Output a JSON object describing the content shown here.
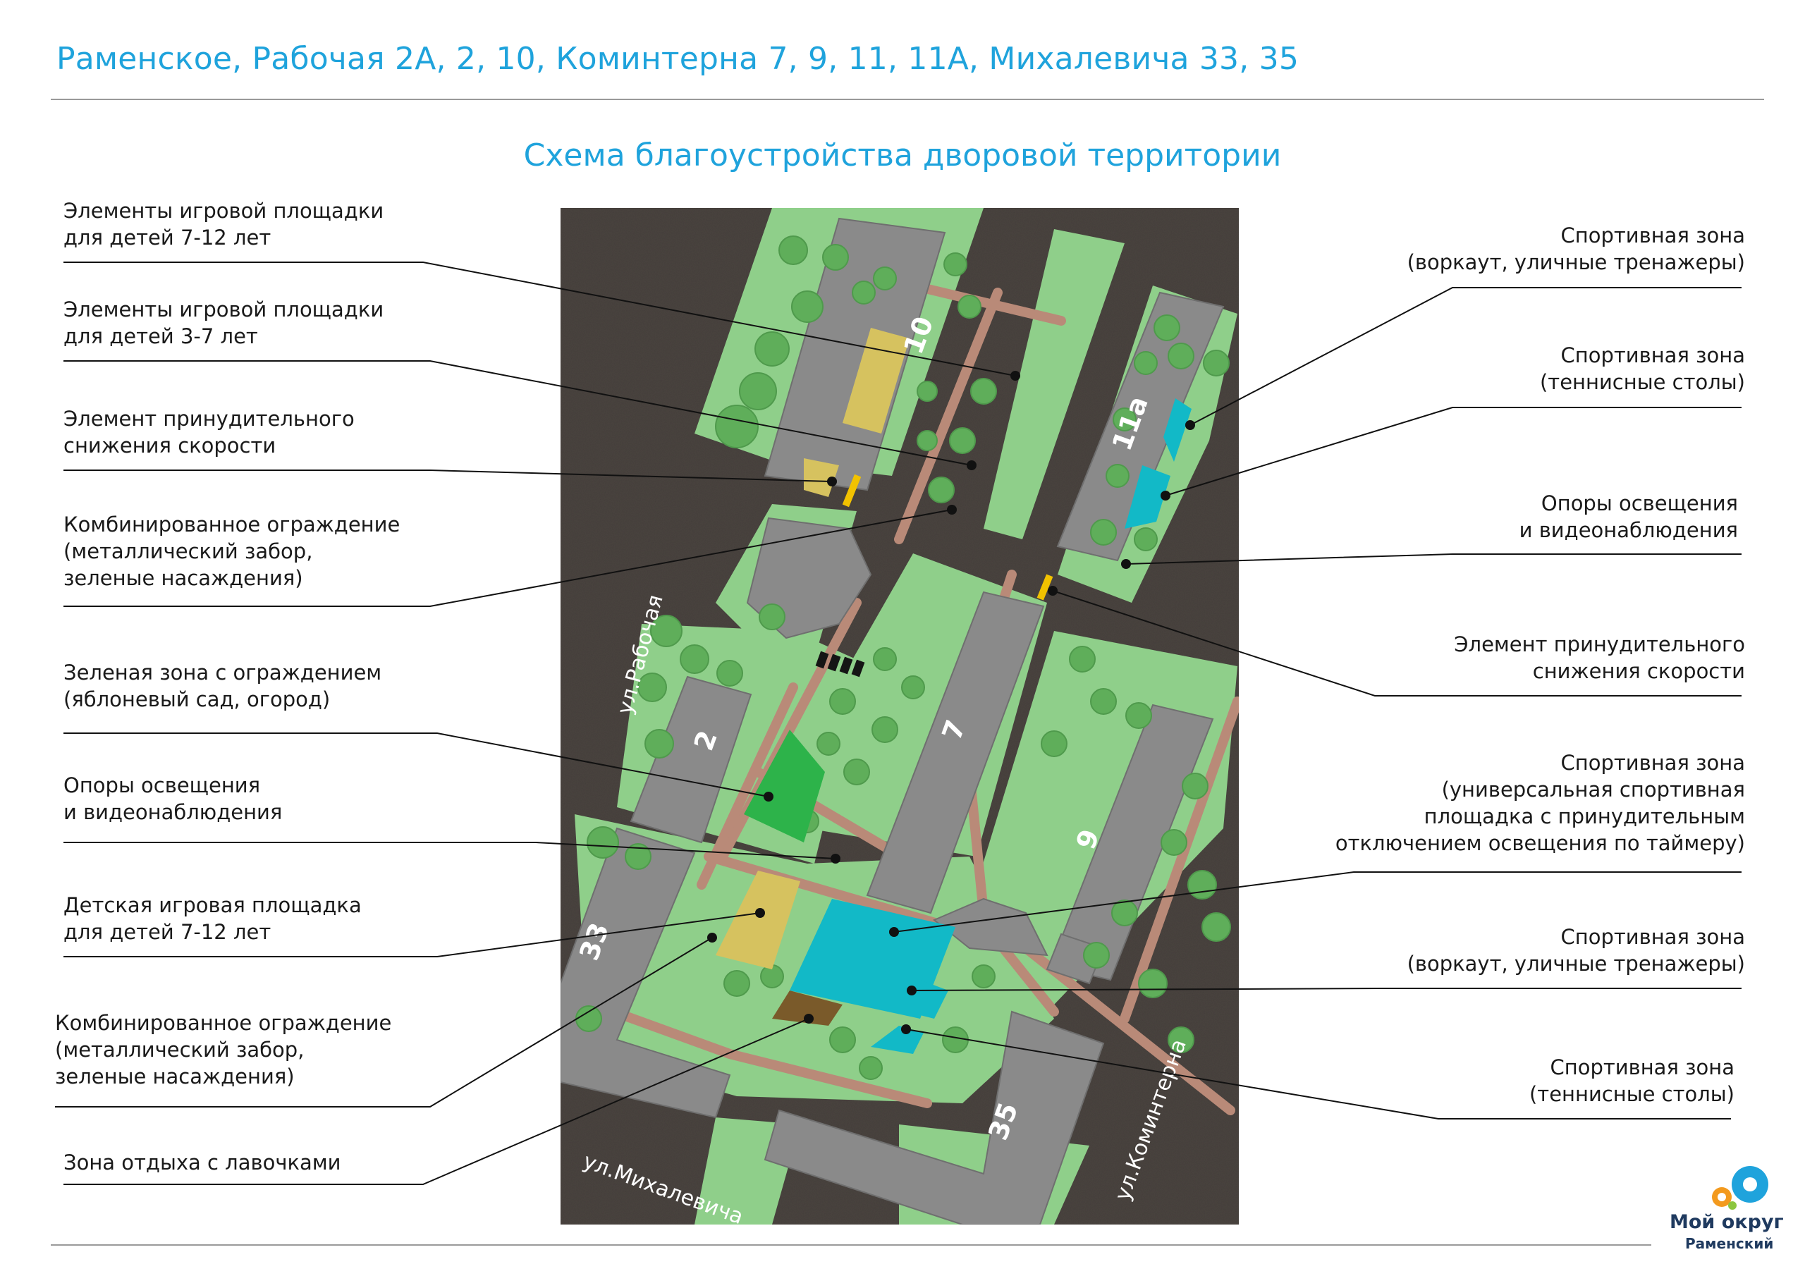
{
  "header": {
    "title": "Раменское, Рабочая 2А, 2, 10, Коминтерна 7, 9, 11, 11А, Михалевича 33, 35",
    "subtitle": "Схема благоустройства дворовой территории"
  },
  "labels_left": [
    "Элементы игровой площадки\nдля детей 7-12 лет",
    "Элементы игровой площадки\nдля детей 3-7 лет",
    "Элемент принудительного\nснижения скорости",
    "Комбинированное ограждение\n(металлический забор,\nзеленые насаждения)",
    "Зеленая зона с ограждением\n(яблоневый сад, огород)",
    "Опоры освещения\nи видеонаблюдения",
    "Детская игровая площадка\nдля детей 7-12 лет",
    "Комбинированное ограждение\n(металлический забор,\nзеленые насаждения)",
    "Зона отдыха с лавочками"
  ],
  "labels_right": [
    "Спортивная зона\n(воркаут, уличные тренажеры)",
    "Спортивная зона\n(теннисные столы)",
    "Опоры освещения\nи видеонаблюдения",
    "Элемент принудительного\nснижения скорости",
    "Спортивная зона\n(универсальная спортивная\nплощадка с принудительным\nотключением освещения по таймеру)",
    "Спортивная зона\n(воркаут, уличные тренажеры)",
    "Спортивная зона\n(теннисные столы)"
  ],
  "map": {
    "buildings": [
      "10",
      "11а",
      "2",
      "7",
      "9",
      "33",
      "35"
    ],
    "streets": [
      "ул.Рабочая",
      "ул.Михалевича",
      "ул.Коминтерна"
    ]
  },
  "logo": {
    "line1": "Мой округ",
    "line2": "Раменский"
  },
  "colors": {
    "accent": "#1fa3dc",
    "asphalt": "#4a4440",
    "lawn": "#8fcf8a",
    "building": "#8a8a8a",
    "path": "#b98a78",
    "playground": "#d6c25f",
    "sport": "#12b9c7",
    "garden": "#2db34a",
    "benches": "#7a5a2a"
  }
}
